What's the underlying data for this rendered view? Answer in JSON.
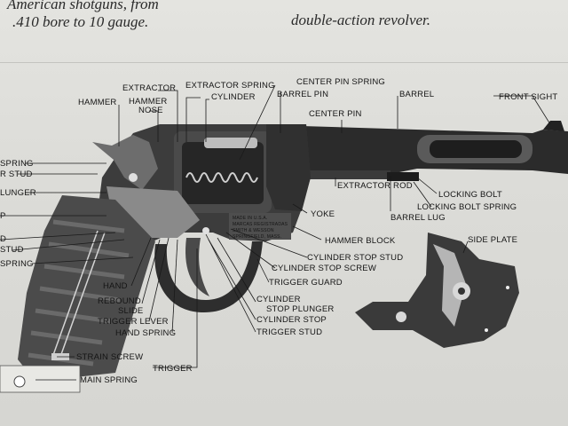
{
  "caption_left": [
    "American shotguns, from",
    ".410 bore to 10 gauge."
  ],
  "caption_right": [
    "double-action revolver."
  ],
  "frame_stamp": [
    "MADE IN U.S.A.",
    "MARCAS REGISTRADAS",
    "SMITH & WESSON",
    "SPRINGFIELD, MASS."
  ],
  "labels": {
    "hammer": "HAMMER",
    "extractor": "EXTRACTOR",
    "hammer_nose": [
      "HAMMER",
      "NOSE"
    ],
    "extractor_spring": "EXTRACTOR SPRING",
    "cylinder_top": "CYLINDER",
    "center_pin_spring": "CENTER PIN SPRING",
    "barrel_pin": "BARREL PIN",
    "barrel": "BARREL",
    "front_sight": "FRONT SIGHT",
    "center_pin": "CENTER PIN",
    "left_spring": "SPRING",
    "left_r_stud": "R STUD",
    "left_lunger": "LUNGER",
    "left_p": "P",
    "left_d": "D",
    "left_stud": "STUD",
    "left_spring2": "SPRING",
    "extractor_rod": "EXTRACTOR ROD",
    "locking_bolt": "LOCKING BOLT",
    "locking_bolt_spring": "LOCKING BOLT SPRING",
    "yoke": "YOKE",
    "barrel_lug": "BARREL LUG",
    "hammer_block": "HAMMER BLOCK",
    "side_plate": "SIDE PLATE",
    "cylinder_stop_stud": "CYLINDER STOP STUD",
    "cylinder_stop_screw": "CYLINDER STOP SCREW",
    "trigger_guard": "TRIGGER GUARD",
    "hand": "HAND",
    "rebound_slide": [
      "REBOUND",
      "SLIDE"
    ],
    "cylinder_stop_plunger": [
      "CYLINDER",
      "STOP PLUNGER"
    ],
    "trigger_lever": "TRIGGER LEVER",
    "cylinder_stop": "CYLINDER STOP",
    "hand_spring": "HAND SPRING",
    "trigger_stud": "TRIGGER STUD",
    "strain_screw": "STRAIN SCREW",
    "trigger": "TRIGGER",
    "main_spring": "MAIN SPRING"
  }
}
